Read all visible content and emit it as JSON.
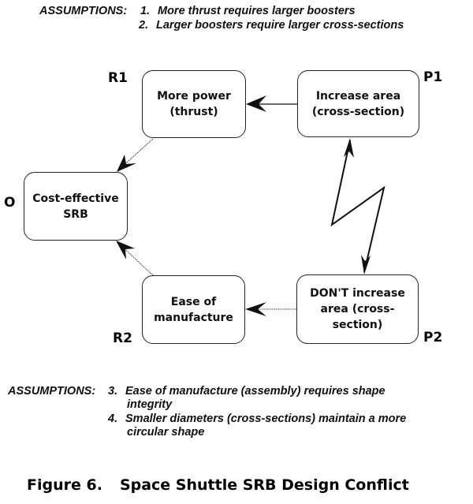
{
  "top_assumptions": {
    "heading": "ASSUMPTIONS:",
    "items": [
      {
        "num": "1.",
        "text": "More thrust requires larger boosters"
      },
      {
        "num": "2.",
        "text": "Larger boosters require larger cross-sections"
      }
    ]
  },
  "nodes": {
    "R1": {
      "tag": "R1",
      "lines": [
        "More power",
        "(thrust)"
      ]
    },
    "P1": {
      "tag": "P1",
      "lines": [
        "Increase area",
        "(cross-section)"
      ]
    },
    "O": {
      "tag": "O",
      "lines": [
        "Cost-effective",
        "SRB"
      ]
    },
    "R2": {
      "tag": "R2",
      "lines": [
        "Ease of",
        "manufacture"
      ]
    },
    "P2": {
      "tag": "P2",
      "lines": [
        "DON'T increase",
        "area (cross-",
        "section)"
      ]
    }
  },
  "edges": [
    {
      "from": "P1",
      "to": "R1",
      "style": "solid"
    },
    {
      "from": "R1",
      "to": "O",
      "style": "dotted"
    },
    {
      "from": "R2",
      "to": "O",
      "style": "dotted"
    },
    {
      "from": "P2",
      "to": "R2",
      "style": "dotted"
    },
    {
      "from": "P1",
      "to": "P2",
      "style": "conflict"
    }
  ],
  "bottom_assumptions": {
    "heading": "ASSUMPTIONS:",
    "items": [
      {
        "num": "3.",
        "lines": [
          "Ease of manufacture (assembly) requires shape",
          "integrity"
        ]
      },
      {
        "num": "4.",
        "lines": [
          "Smaller diameters (cross-sections) maintain a more",
          "circular shape"
        ]
      }
    ]
  },
  "caption": {
    "figure": "Figure 6.",
    "title": "Space Shuttle SRB Design Conflict"
  }
}
